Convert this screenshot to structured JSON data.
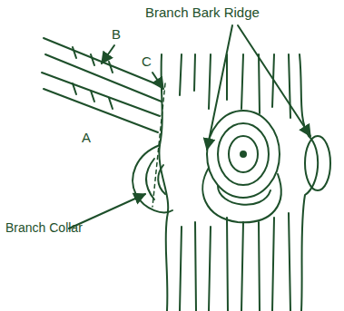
{
  "diagram": {
    "labels": [
      "Branch Bark Ridge",
      "B",
      "C",
      "A",
      "Branch Collar"
    ]
  }
}
